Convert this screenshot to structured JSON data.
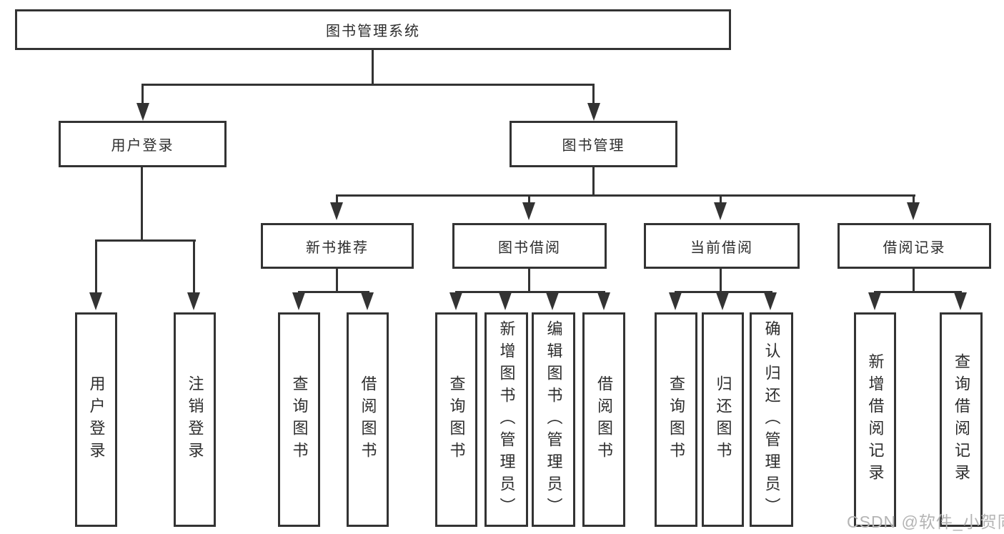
{
  "diagram": {
    "tree": {
      "root": {
        "label": "图书管理系统",
        "children": [
          {
            "label": "用户登录",
            "children": [
              {
                "label": "用户登录"
              },
              {
                "label": "注销登录"
              }
            ]
          },
          {
            "label": "图书管理",
            "children": [
              {
                "label": "新书推荐",
                "children": [
                  {
                    "label": "查询图书"
                  },
                  {
                    "label": "借阅图书"
                  }
                ]
              },
              {
                "label": "图书借阅",
                "children": [
                  {
                    "label": "查询图书"
                  },
                  {
                    "label": "新增图书（管理员）"
                  },
                  {
                    "label": "编辑图书（管理员）"
                  },
                  {
                    "label": "借阅图书"
                  }
                ]
              },
              {
                "label": "当前借阅",
                "children": [
                  {
                    "label": "查询图书"
                  },
                  {
                    "label": "归还图书"
                  },
                  {
                    "label": "确认归还（管理员）"
                  }
                ]
              },
              {
                "label": "借阅记录",
                "children": [
                  {
                    "label": "新增借阅记录"
                  },
                  {
                    "label": "查询借阅记录"
                  }
                ]
              }
            ]
          }
        ]
      }
    },
    "watermark": {
      "text": "CSDN @软件_小贺同学"
    },
    "colors": {
      "line": "#333333",
      "text": "#2d2d2d",
      "box_background": "#ffffff",
      "watermark": "#b4b4b4"
    }
  }
}
